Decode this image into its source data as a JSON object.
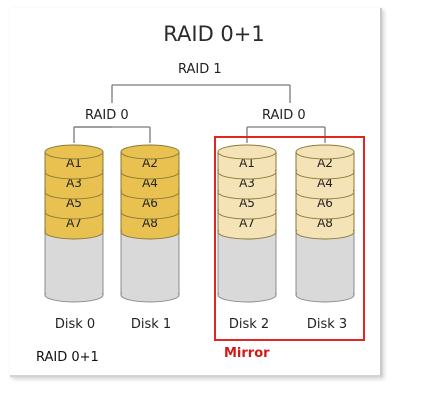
{
  "title": "RAID 0+1",
  "top_level_label": "RAID 1",
  "groups": [
    {
      "label": "RAID 0"
    },
    {
      "label": "RAID 0"
    }
  ],
  "disks": [
    {
      "name": "Disk 0",
      "blocks": [
        "A1",
        "A3",
        "A5",
        "A7"
      ],
      "fill": "#e8c150"
    },
    {
      "name": "Disk 1",
      "blocks": [
        "A2",
        "A4",
        "A6",
        "A8"
      ],
      "fill": "#e8c150"
    },
    {
      "name": "Disk 2",
      "blocks": [
        "A1",
        "A3",
        "A5",
        "A7"
      ],
      "fill": "#f3e3b6"
    },
    {
      "name": "Disk 3",
      "blocks": [
        "A2",
        "A4",
        "A6",
        "A8"
      ],
      "fill": "#f3e3b6"
    }
  ],
  "mirror_label": "Mirror",
  "caption": "RAID 0+1",
  "colors": {
    "mirror_accent": "#e0261e",
    "empty_disk": "#d9d9d9",
    "connector": "#7a7a7a"
  }
}
